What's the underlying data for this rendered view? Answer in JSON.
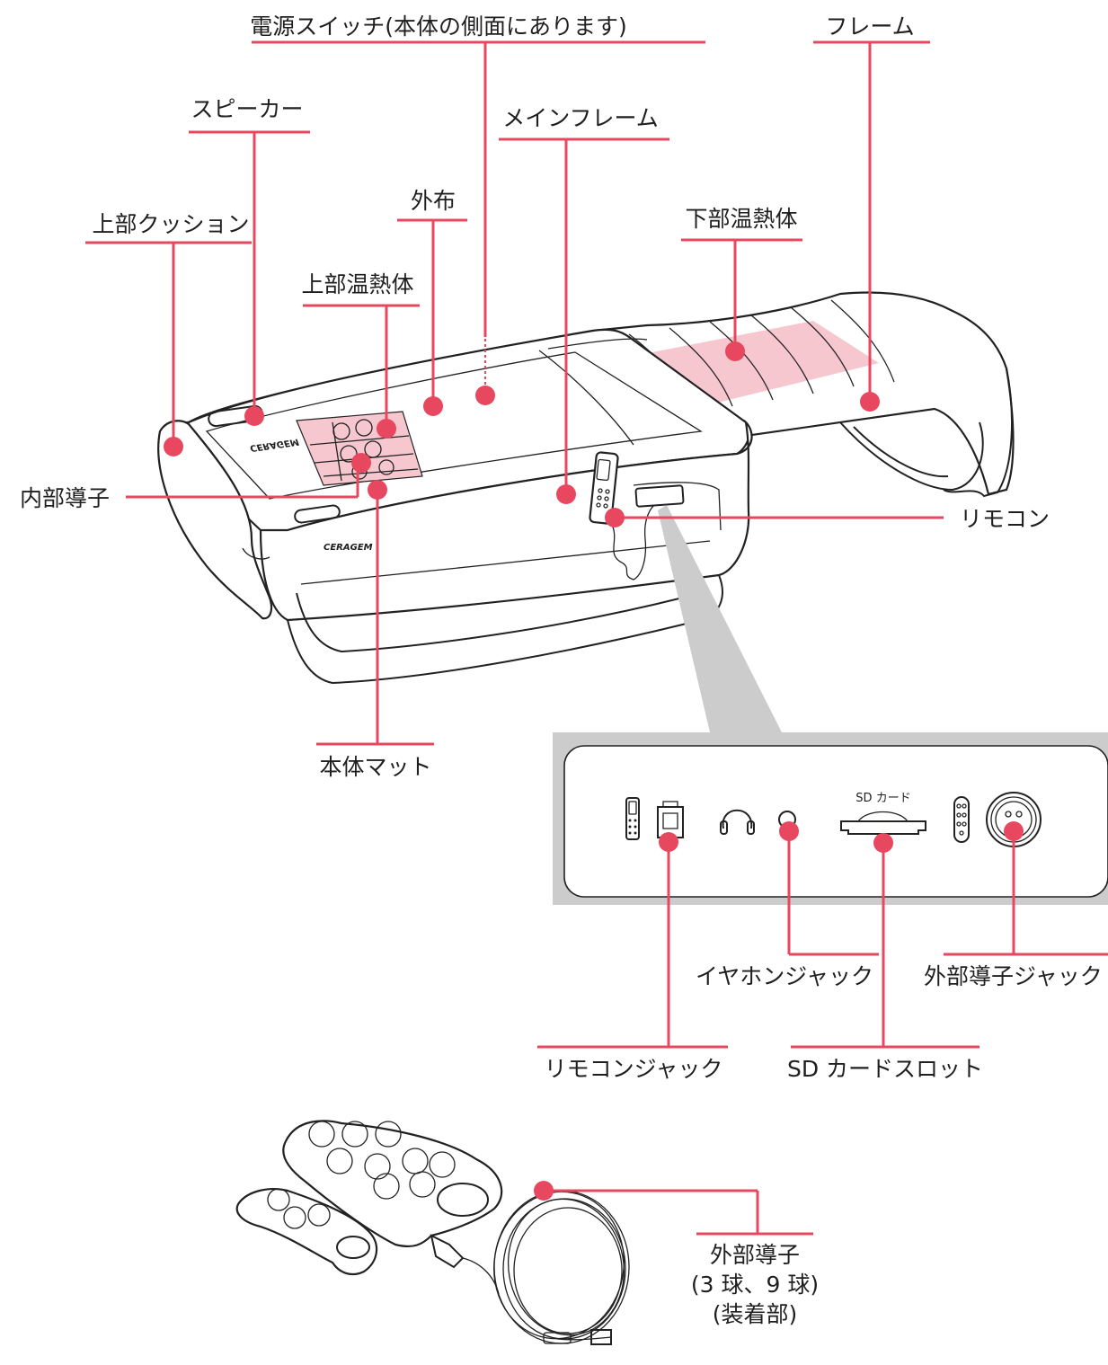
{
  "labels": {
    "power_switch": "電源スイッチ(本体の側面にあります)",
    "frame": "フレーム",
    "speaker": "スピーカー",
    "main_frame": "メインフレーム",
    "outer_cloth": "外布",
    "upper_cushion": "上部クッション",
    "lower_heater": "下部温熱体",
    "upper_heater": "上部温熱体",
    "inner_conductor": "内部導子",
    "remote": "リモコン",
    "body_mat": "本体マット",
    "sd_card_small": "SD カード",
    "earphone_jack": "イヤホンジャック",
    "external_conductor_jack": "外部導子ジャック",
    "remote_jack": "リモコンジャック",
    "sd_card_slot": "SD カードスロット",
    "external_conductor_line1": "外部導子",
    "external_conductor_line2": "(3 球、9 球)",
    "external_conductor_line3": "(装着部)"
  },
  "brand": {
    "logo_text": "CERAGEM",
    "logo_text_mirrored": "CERAGEM"
  },
  "colors": {
    "accent": "#e8485f",
    "heater_fill": "#f6c7ce",
    "panel_gray": "#cccccc",
    "stroke": "#222222"
  },
  "icons": [
    "remote-icon",
    "lan-port-icon",
    "headphones-icon",
    "audio-jack-icon",
    "sd-slot-icon",
    "conductor-icon",
    "round-connector-icon"
  ]
}
